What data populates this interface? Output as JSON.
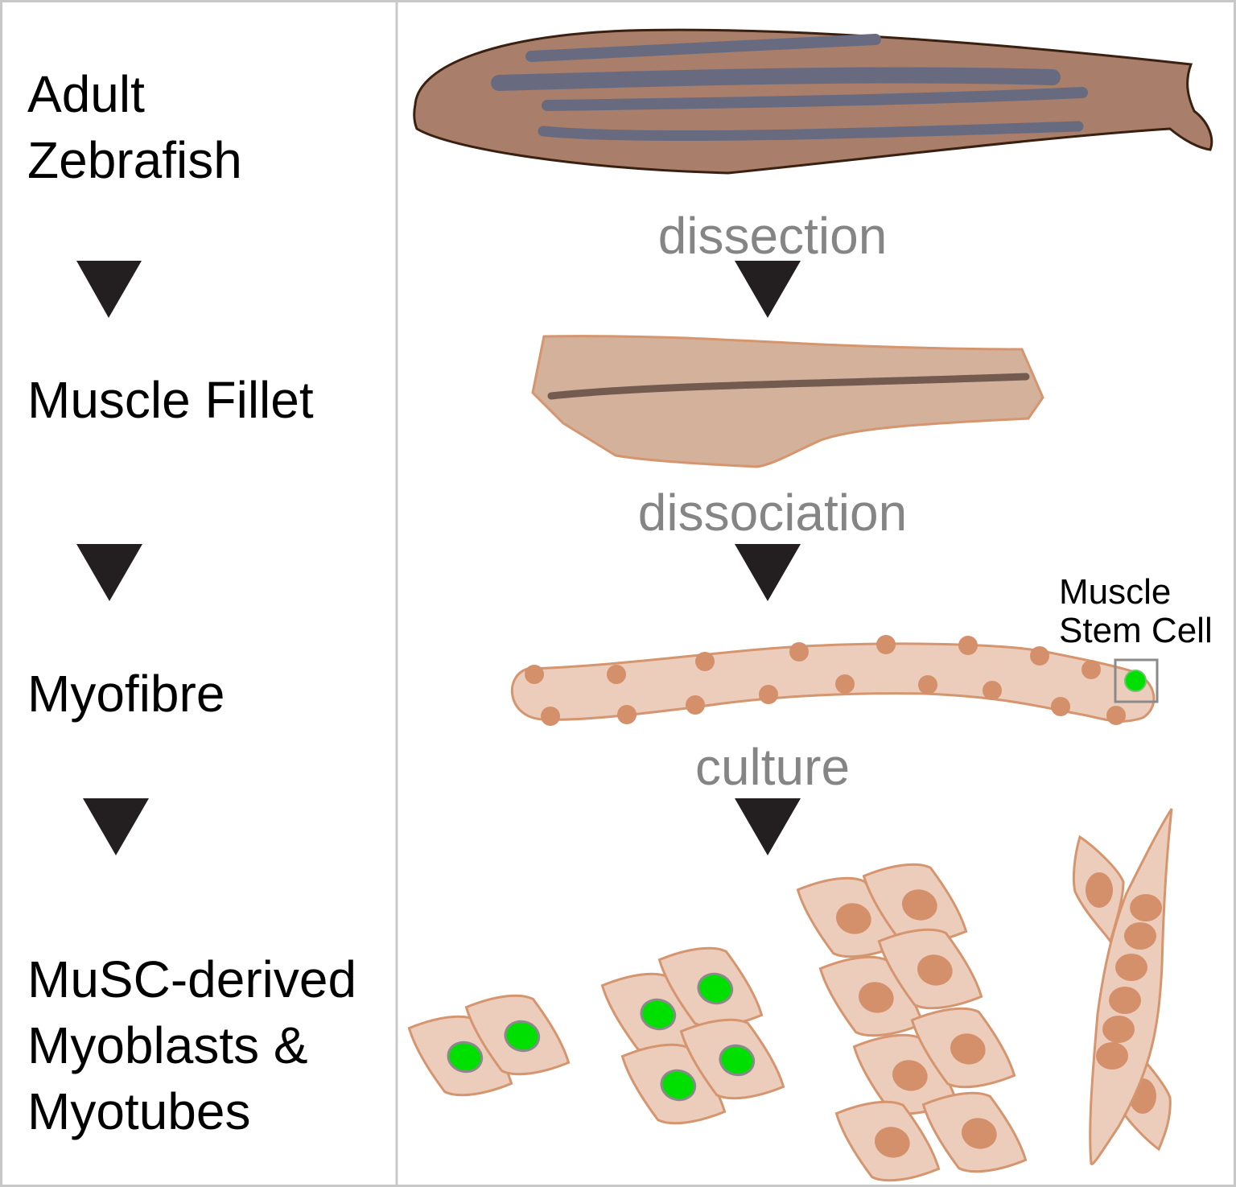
{
  "stages": [
    {
      "label": "Adult\nZebrafish"
    },
    {
      "label": "Muscle Fillet"
    },
    {
      "label": "Myofibre"
    },
    {
      "label": "MuSC-derived\nMyoblasts &\nMyotubes"
    }
  ],
  "steps": [
    {
      "label": "dissection"
    },
    {
      "label": "dissociation"
    },
    {
      "label": "culture"
    }
  ],
  "callout": {
    "label": "Muscle\nStem Cell"
  },
  "colors": {
    "fish_body": "#a97f6c",
    "fish_stripes": "#686b80",
    "fillet": "#d3b19b",
    "fillet_outline": "#d5956e",
    "fibre": "#ecccbb",
    "nucleus": "#d4906a",
    "stem_cell": "#00e000",
    "arrow": "#231f20",
    "step_text": "#858585"
  }
}
